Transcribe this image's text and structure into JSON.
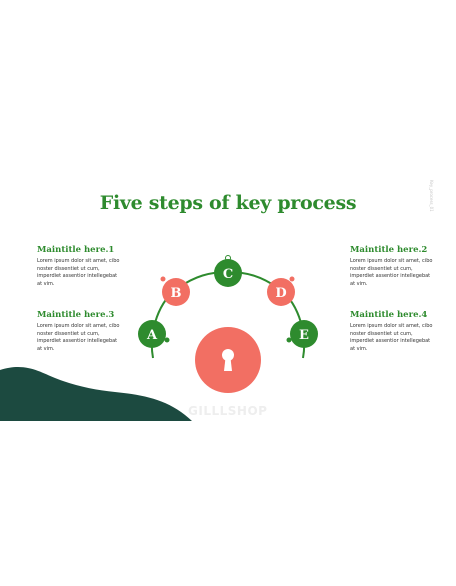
{
  "title": "Five steps of key process",
  "side_label": "Key_process_01",
  "watermark": "GILLLSHOP",
  "colors": {
    "green": "#2e8b2e",
    "salmon": "#f26f63",
    "dark_teal": "#1c4a40"
  },
  "blocks": [
    {
      "heading": "Maintitle here.1",
      "text": "Lorem ipsum dolor sit amet, cibo noster dissentiet ut cum, imperdiet assentior intellegebat at vim."
    },
    {
      "heading": "Maintitle here.2",
      "text": "Lorem ipsum dolor sit amet, cibo noster dissentiet ut cum, imperdiet assentior intellegebat at vim."
    },
    {
      "heading": "Maintitle here.3",
      "text": "Lorem ipsum dolor sit amet, cibo noster dissentiet ut cum, imperdiet assentior intellegebat at vim."
    },
    {
      "heading": "Maintitle here.4",
      "text": "Lorem ipsum dolor sit amet, cibo noster dissentiet ut cum, imperdiet assentior intellegebat at vim."
    }
  ],
  "steps": [
    "A",
    "B",
    "C",
    "D",
    "E"
  ],
  "center_icon": "keyhole-icon"
}
